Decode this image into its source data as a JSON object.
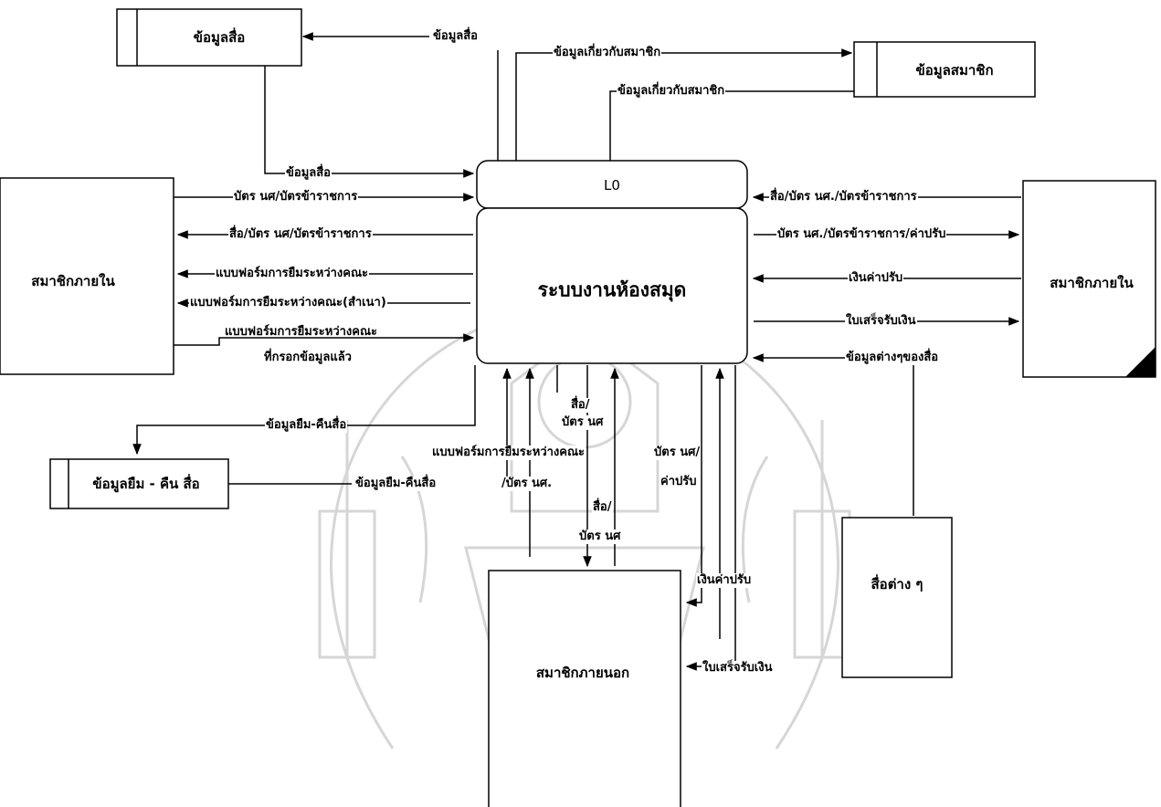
{
  "watermark": {
    "description_icon": "university-seal-watermark-icon"
  },
  "stores": {
    "media": "ข้อมูลสื่อ",
    "member": "ข้อมูลสมาชิก",
    "borrow": "ข้อมูลยืม - คืน สื่อ"
  },
  "entities": {
    "internal_left": "สมาชิกภายใน",
    "internal_right": "สมาชิกภายใน",
    "external": "สมาชิกภายนอก",
    "media_items": "สื่อต่าง ๆ"
  },
  "process": {
    "id": "L0",
    "name": "ระบบงานห้องสมุด"
  },
  "flows": {
    "media_data_to_store": "ข้อมูลสื่อ",
    "member_info_out": "ข้อมูลเกี่ยวกับสมาชิก",
    "member_info_in": "ข้อมูลเกี่ยวกับสมาชิก",
    "media_data_in": "ข้อมูลสื่อ",
    "card_in_left": "บัตร นศ/บัตรข้าราชการ",
    "media_card_out_left": "สื่อ/บัตร นศ/บัตรข้าราชการ",
    "form_out": "แบบฟอร์มการยืมระหว่างคณะ",
    "form_copy_out": "แบบฟอร์มการยืมระหว่างคณะ(สำเนา)",
    "form_filled_1": "แบบฟอร์มการยืมระหว่างคณะ",
    "form_filled_2": "ที่กรอกข้อมูลแล้ว",
    "media_card_in_right": "สื่อ/บัตร นศ./บัตรข้าราชการ",
    "card_fine_out_right": "บัตร นศ./บัตรข้าราชการ/ค่าปรับ",
    "fine_in_right": "เงินค่าปรับ",
    "receipt_out_right": "ใบเสร็จรับเงิน",
    "media_info_in": "ข้อมูลต่างๆของสื่อ",
    "borrow_return_out": "ข้อมูลยืม-คืนสื่อ",
    "borrow_return_in": "ข้อมูลยืม-คืนสื่อ",
    "ext_media_card_1": "สื่อ/",
    "ext_media_card_2": "บัตร นศ",
    "ext_form": "แบบฟอร์มการยืมระหว่างคณะ",
    "ext_card": "/บัตร นศ.",
    "ext_media_card2_1": "สื่อ/",
    "ext_media_card2_2": "บัตร นศ",
    "ext_card_fine_1": "บัตร นศ/",
    "ext_card_fine_2": "ค่าปรับ",
    "ext_fine": "เงินค่าปรับ",
    "ext_receipt": "ใบเสร็จรับเงิน"
  }
}
